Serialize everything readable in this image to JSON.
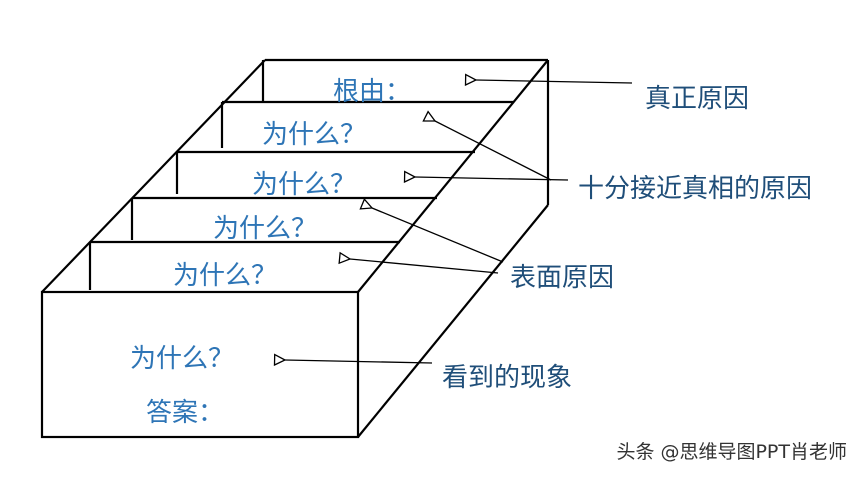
{
  "diagram": {
    "levels": [
      {
        "id": "root",
        "text": "根由："
      },
      {
        "id": "why4",
        "text": "为什么？"
      },
      {
        "id": "why3",
        "text": "为什么？"
      },
      {
        "id": "why2",
        "text": "为什么？"
      },
      {
        "id": "why1",
        "text": "为什么？"
      },
      {
        "id": "front-why",
        "text": "为什么？"
      },
      {
        "id": "front-answer",
        "text": "答案："
      }
    ],
    "callouts": [
      {
        "id": "true-cause",
        "text": "真正原因"
      },
      {
        "id": "near-truth",
        "text": "十分接近真相的原因"
      },
      {
        "id": "surface-cause",
        "text": "表面原因"
      },
      {
        "id": "visible-phenomenon",
        "text": "看到的现象"
      }
    ]
  },
  "watermark": "头条 @思维导图PPT肖老师",
  "colors": {
    "box_text": "#2E75B6",
    "callout_text": "#1F4E79",
    "line": "#000000"
  }
}
